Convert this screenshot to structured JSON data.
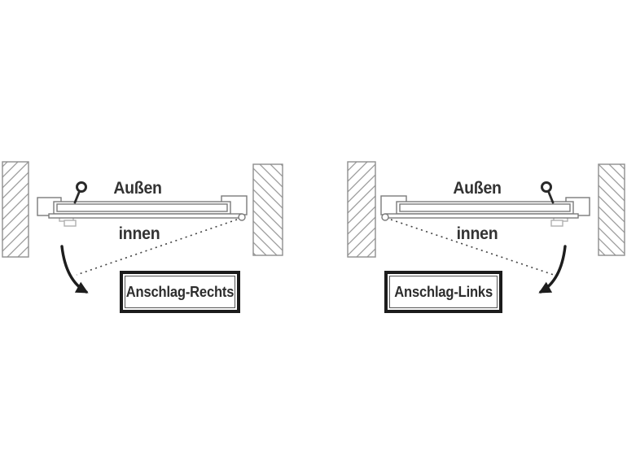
{
  "diagrams": [
    {
      "id": "anschlag-rechts",
      "outside_label": "Außen",
      "inside_label": "innen",
      "caption": "Anschlag-Rechts",
      "hinge_side": "right"
    },
    {
      "id": "anschlag-links",
      "outside_label": "Außen",
      "inside_label": "innen",
      "caption": "Anschlag-Links",
      "hinge_side": "left"
    }
  ],
  "colors": {
    "background": "#ffffff",
    "door_line_gray": "#7a7a7a",
    "hatch_gray": "#9b9b9b",
    "wall_outline_gray": "#8e8e8e",
    "dark_ink": "#1d1d1d",
    "label_text": "#333333"
  }
}
